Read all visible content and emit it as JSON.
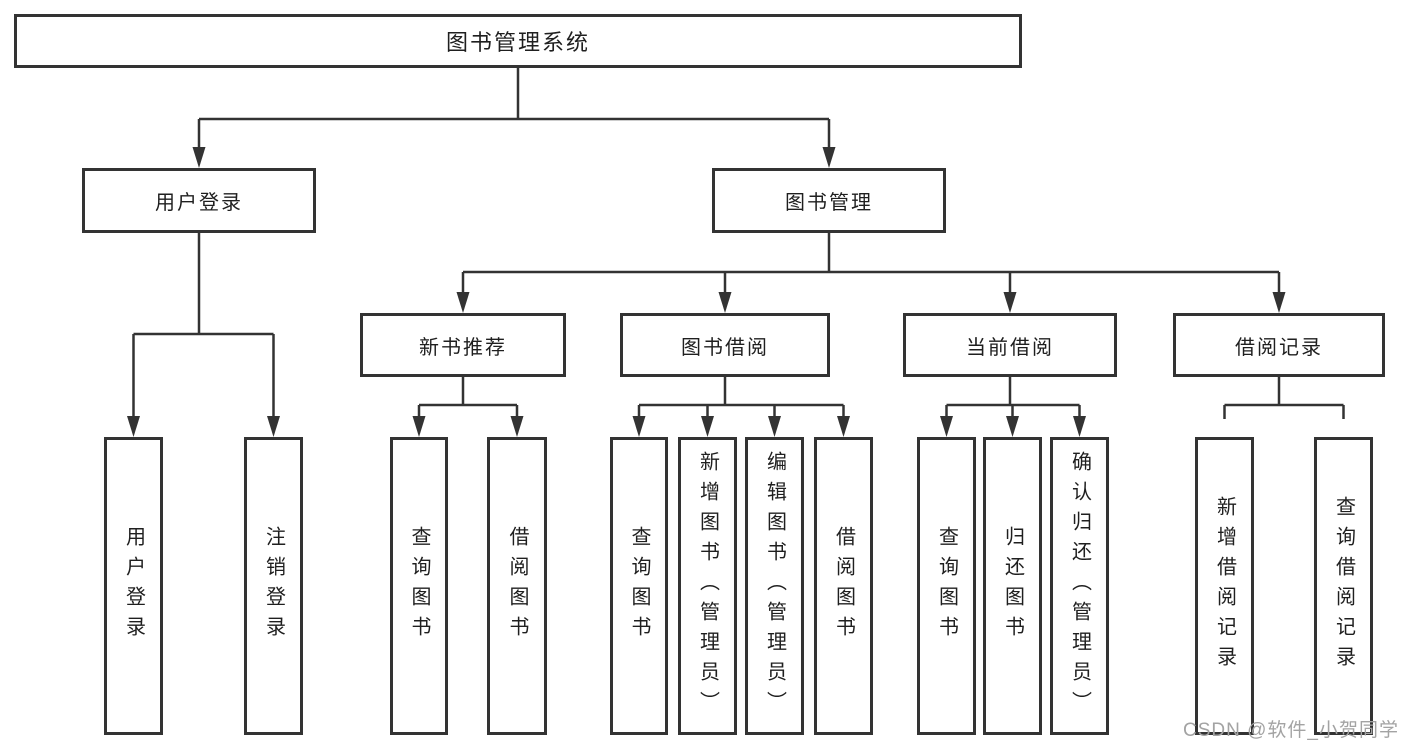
{
  "diagram_type": "hierarchy-tree",
  "colors": {
    "background": "#ffffff",
    "line": "#333333",
    "text": "#1f1f1f",
    "watermark": "#a3a3a3"
  },
  "tree": {
    "label": "图书管理系统",
    "children": [
      {
        "label": "用户登录",
        "children": [
          {
            "label": "用户登录"
          },
          {
            "label": "注销登录"
          }
        ]
      },
      {
        "label": "图书管理",
        "children": [
          {
            "label": "新书推荐",
            "children": [
              {
                "label": "查询图书"
              },
              {
                "label": "借阅图书"
              }
            ]
          },
          {
            "label": "图书借阅",
            "children": [
              {
                "label": "查询图书"
              },
              {
                "label": "新增图书（管理员）"
              },
              {
                "label": "编辑图书（管理员）"
              },
              {
                "label": "借阅图书"
              }
            ]
          },
          {
            "label": "当前借阅",
            "children": [
              {
                "label": "查询图书"
              },
              {
                "label": "归还图书"
              },
              {
                "label": "确认归还（管理员）"
              }
            ]
          },
          {
            "label": "借阅记录",
            "children": [
              {
                "label": "新增借阅记录"
              },
              {
                "label": "查询借阅记录"
              }
            ]
          }
        ]
      }
    ]
  },
  "watermark": {
    "text": "CSDN @软件_小贺同学"
  }
}
